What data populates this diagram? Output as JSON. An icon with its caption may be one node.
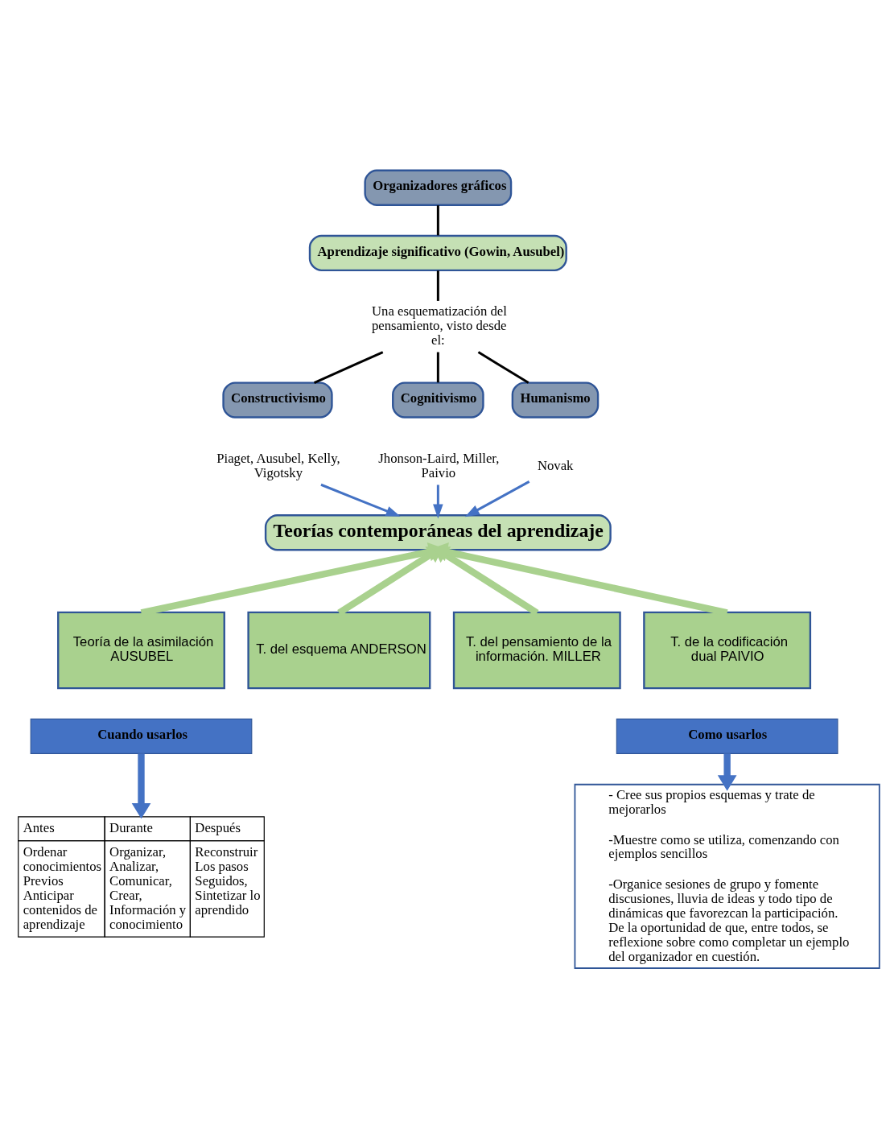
{
  "diagram": {
    "nodes": [
      {
        "text": [
          "Organizadores gráficos"
        ]
      },
      {
        "text": [
          "Aprendizaje significativo (Gowin, Ausubel)"
        ]
      },
      {
        "text": [
          "Una esquematización del pensamiento, visto desde el:"
        ]
      },
      {
        "text": [
          "Constructivismo"
        ]
      },
      {
        "text": [
          "Cognitivismo"
        ]
      },
      {
        "text": [
          "Humanismo"
        ]
      },
      {
        "text": [
          "Piaget, Ausubel, Kelly, Vigotsky"
        ]
      },
      {
        "text": [
          "Jhonson-Laird, Miller, Paivio"
        ]
      },
      {
        "text": [
          "Novak"
        ]
      },
      {
        "text": [
          "Teorías contemporáneas del aprendizaje"
        ]
      },
      {
        "text": [
          "Teoría de la asimilación AUSUBEL"
        ]
      },
      {
        "text": [
          "T. del esquema ANDERSON"
        ]
      },
      {
        "text": [
          "T. del pensamiento de la información. MILLER"
        ]
      },
      {
        "text": [
          "T. de la codificación dual PAIVIO"
        ]
      },
      {
        "text": [
          "Cuando usarlos"
        ]
      },
      {
        "text": [
          "Como usarlos"
        ]
      },
      {
        "text": [
          "Antes",
          "Durante",
          "Después",
          "Ordenar conocimientos Previos Anticipar contenidos de aprendizaje",
          "Organizar, Analizar, Comunicar, Crear, Información y conocimiento",
          "Reconstruir Los pasos Seguidos, Sintetizar lo aprendido"
        ]
      },
      {
        "text": [
          "- Cree sus propios esquemas y trate de mejorarlos",
          "-Muestre como se utiliza, comenzando con ejemplos sencillos",
          "-Organice sesiones de grupo y fomente discusiones, lluvia de ideas y todo tipo de dinámicas que favorezcan la participación. De la oportunidad de que, entre todos, se reflexione sobre como completar un ejemplo del organizador en cuestión."
        ]
      }
    ],
    "edges": [
      {
        "from": 0,
        "to": 1,
        "arrow": "none"
      },
      {
        "from": 1,
        "to": 2,
        "arrow": "none"
      },
      {
        "from": 2,
        "to": 3,
        "arrow": "none"
      },
      {
        "from": 2,
        "to": 4,
        "arrow": "none"
      },
      {
        "from": 2,
        "to": 5,
        "arrow": "none"
      },
      {
        "from": 6,
        "to": 9,
        "arrow": "to",
        "color": "#4472c4"
      },
      {
        "from": 7,
        "to": 9,
        "arrow": "to",
        "color": "#4472c4"
      },
      {
        "from": 8,
        "to": 9,
        "arrow": "to",
        "color": "#4472c4"
      },
      {
        "from": 10,
        "to": 9,
        "arrow": "to",
        "style": "thick",
        "color": "#a9d18e"
      },
      {
        "from": 11,
        "to": 9,
        "arrow": "to",
        "style": "thick",
        "color": "#a9d18e"
      },
      {
        "from": 12,
        "to": 9,
        "arrow": "to",
        "style": "thick",
        "color": "#a9d18e"
      },
      {
        "from": 13,
        "to": 9,
        "arrow": "to",
        "style": "thick",
        "color": "#a9d18e"
      },
      {
        "from": 14,
        "to": 16,
        "arrow": "to",
        "style": "thick",
        "color": "#4472c4"
      },
      {
        "from": 15,
        "to": 17,
        "arrow": "to",
        "style": "thick",
        "color": "#4472c4"
      }
    ]
  }
}
